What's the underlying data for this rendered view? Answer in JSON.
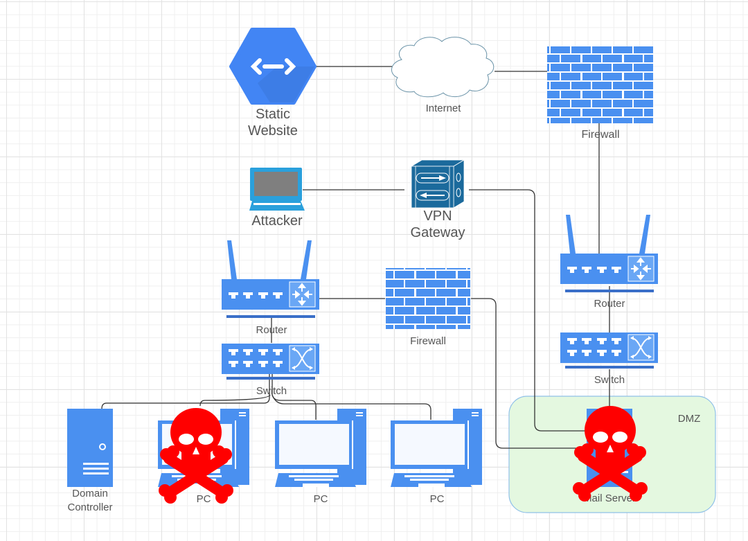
{
  "diagram": {
    "title": "Network topology with compromised hosts",
    "nodes": {
      "static_website": {
        "label_line1": "Static",
        "label_line2": "Website"
      },
      "internet": {
        "label": "Internet"
      },
      "firewall_top": {
        "label": "Firewall"
      },
      "attacker": {
        "label": "Attacker"
      },
      "vpn_gateway": {
        "label_line1": "VPN",
        "label_line2": "Gateway"
      },
      "router_left": {
        "label": "Router"
      },
      "firewall_mid": {
        "label": "Firewall"
      },
      "switch_left": {
        "label": "Switch"
      },
      "router_right": {
        "label": "Router"
      },
      "switch_right": {
        "label": "Switch"
      },
      "domain_controller": {
        "label_line1": "Domain",
        "label_line2": "Controller"
      },
      "pc_1": {
        "label": "PC",
        "compromised": true
      },
      "pc_2": {
        "label": "PC",
        "compromised": false
      },
      "pc_3": {
        "label": "PC",
        "compromised": false
      },
      "mail_server": {
        "label": "Mail Server",
        "compromised": true
      }
    },
    "zones": {
      "dmz": {
        "label": "DMZ"
      }
    },
    "connections": [
      [
        "static_website",
        "internet"
      ],
      [
        "firewall_top",
        "internet"
      ],
      [
        "firewall_top",
        "router_right"
      ],
      [
        "attacker",
        "vpn_gateway"
      ],
      [
        "vpn_gateway",
        "mail_server"
      ],
      [
        "router_left",
        "firewall_mid"
      ],
      [
        "firewall_mid",
        "mail_server"
      ],
      [
        "router_left",
        "switch_left"
      ],
      [
        "switch_left",
        "domain_controller"
      ],
      [
        "switch_left",
        "pc_1"
      ],
      [
        "switch_left",
        "pc_2"
      ],
      [
        "switch_left",
        "pc_3"
      ],
      [
        "router_right",
        "switch_right"
      ],
      [
        "switch_right",
        "mail_server"
      ]
    ],
    "colors": {
      "device_blue": "#4a90f0",
      "device_dark": "#3a78d8",
      "gcp_blue": "#4285f4",
      "vpn_blue": "#1b6a9c",
      "laptop_blue": "#2aa0dc",
      "skull_red": "#ff0000",
      "dmz_fill": "#e4f8e0",
      "dmz_border": "#8fc0e8"
    }
  }
}
